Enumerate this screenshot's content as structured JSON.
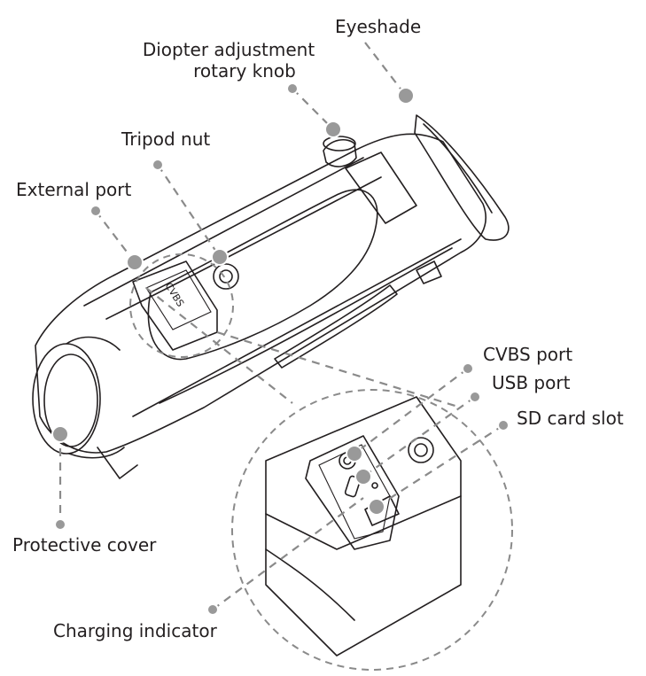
{
  "labels": {
    "eyeshade": "Eyeshade",
    "diopter_line1": "Diopter adjustment",
    "diopter_line2": "rotary knob",
    "tripod_nut": "Tripod nut",
    "external_port": "External port",
    "cvbs_port": "CVBS port",
    "usb_port": "USB port",
    "sd_card_slot": "SD card slot",
    "protective_cover": "Protective cover",
    "charging_indicator": "Charging indicator"
  },
  "colors": {
    "line": "#231f20",
    "leader": "#8a8a8a",
    "marker": "#999999"
  }
}
